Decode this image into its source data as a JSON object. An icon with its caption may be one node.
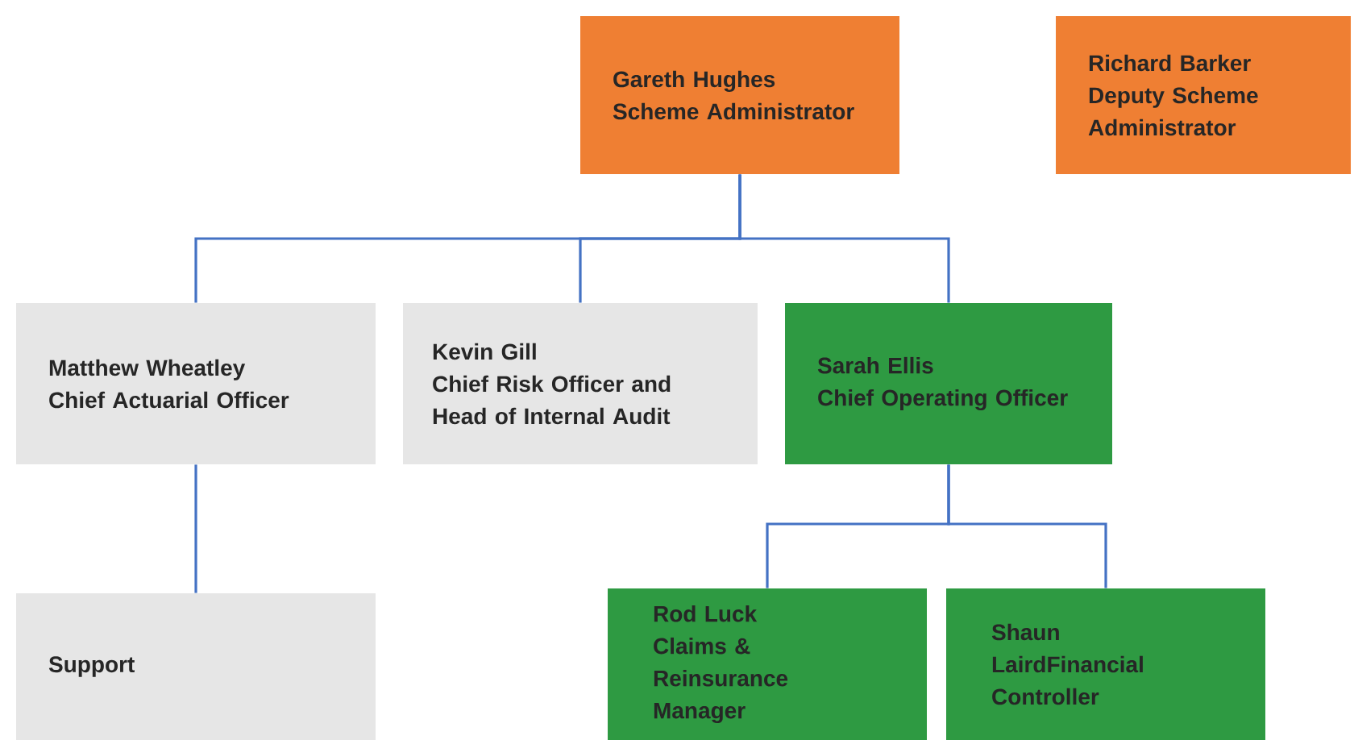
{
  "diagram": {
    "nodes": [
      {
        "text": [
          "Gareth Hughes",
          "Scheme Administrator"
        ]
      },
      {
        "text": [
          "Richard Barker",
          "Deputy Scheme Administrator"
        ]
      },
      {
        "text": [
          "Matthew Wheatley",
          "Chief Actuarial Officer"
        ]
      },
      {
        "text": [
          "Kevin Gill",
          "Chief Risk Officer and Head of Internal Audit"
        ]
      },
      {
        "text": [
          "Sarah Ellis",
          "Chief Operating Officer"
        ]
      },
      {
        "text": [
          "Support"
        ]
      },
      {
        "text": [
          "Rod Luck",
          "Claims & Reinsurance Manager"
        ]
      },
      {
        "text": [
          "Shaun LairdFinancial Controller"
        ]
      }
    ],
    "edges": [
      {
        "from": 0,
        "to": 2,
        "arrow": "none"
      },
      {
        "from": 0,
        "to": 3,
        "arrow": "none"
      },
      {
        "from": 0,
        "to": 4,
        "arrow": "none"
      },
      {
        "from": 2,
        "to": 5,
        "arrow": "none"
      },
      {
        "from": 4,
        "to": 6,
        "arrow": "none"
      },
      {
        "from": 4,
        "to": 7,
        "arrow": "none"
      }
    ]
  }
}
